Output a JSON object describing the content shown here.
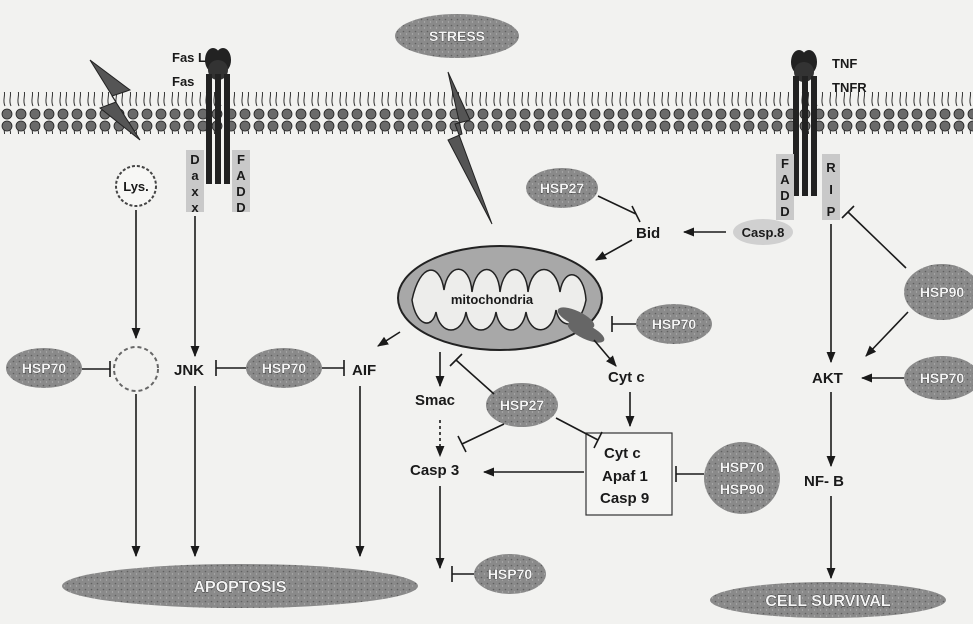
{
  "labels": {
    "stress": "STRESS",
    "fas_l": "Fas L",
    "fas": "Fas",
    "tnf": "TNF",
    "tnfr": "TNFR",
    "daxx": "Daxx",
    "fadd": "FADD",
    "fadd_right": "FADD",
    "rip": "RIP",
    "lys": "Lys.",
    "hsp27_top": "HSP27",
    "bid": "Bid",
    "casp8": "Casp.8",
    "hsp90_right": "HSP90",
    "mitochondria": "mitochondria",
    "hsp70_mito": "HSP70",
    "hsp70_left": "HSP70",
    "jnk": "JNK",
    "hsp70_jnk": "HSP70",
    "aif": "AIF",
    "smac": "Smac",
    "hsp27_mid": "HSP27",
    "cytc_out": "Cyt c",
    "akt": "AKT",
    "hsp70_akt": "HSP70",
    "box_cytc": "Cyt c",
    "box_apaf": "Apaf 1",
    "box_casp9": "Casp 9",
    "casp3": "Casp 3",
    "hsp70_box": "HSP70",
    "hsp90_box": "HSP90",
    "nfkb": "NF- B",
    "hsp70_bottom": "HSP70",
    "apoptosis": "APOPTOSIS",
    "cell_survival": "CELL SURVIVAL"
  },
  "colors": {
    "membrane": "#6a6a6a",
    "ellipse_fill": "#8e8e8e",
    "ellipse_dark": "#6e6e6e",
    "mito_fill": "#a8a8a8",
    "ink": "#1a1a1a"
  }
}
